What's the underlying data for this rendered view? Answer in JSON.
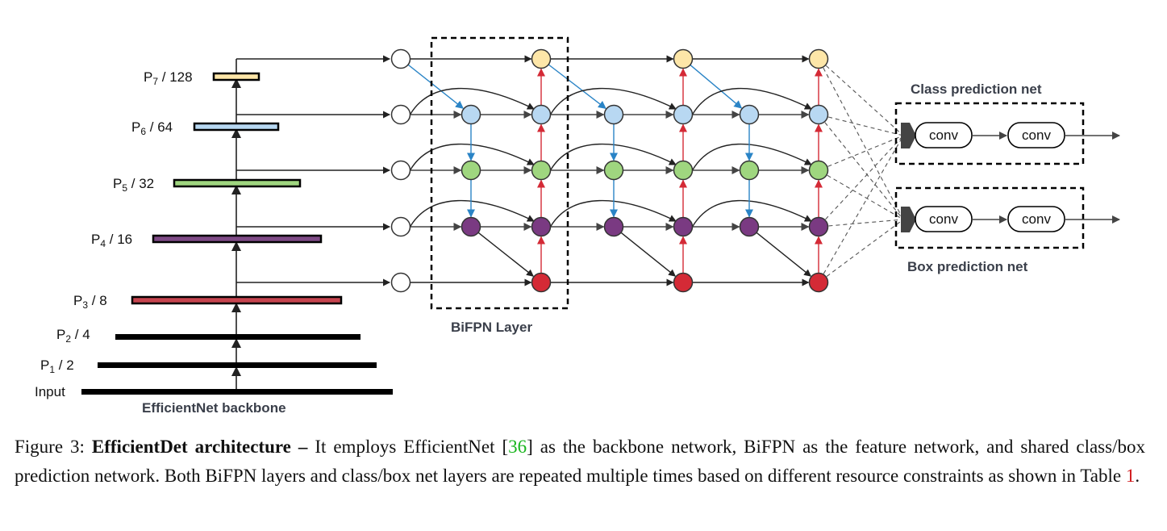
{
  "backbone": {
    "title": "EfficientNet backbone",
    "levels": [
      {
        "id": "input",
        "label": "Input",
        "sub": "",
        "suffix": ""
      },
      {
        "id": "p1",
        "label": "P",
        "sub": "1",
        "suffix": " / 2"
      },
      {
        "id": "p2",
        "label": "P",
        "sub": "2",
        "suffix": " / 4"
      },
      {
        "id": "p3",
        "label": "P",
        "sub": "3",
        "suffix": " / 8"
      },
      {
        "id": "p4",
        "label": "P",
        "sub": "4",
        "suffix": " / 16"
      },
      {
        "id": "p5",
        "label": "P",
        "sub": "5",
        "suffix": " / 32"
      },
      {
        "id": "p6",
        "label": "P",
        "sub": "6",
        "suffix": " / 64"
      },
      {
        "id": "p7",
        "label": "P",
        "sub": "7",
        "suffix": " / 128"
      }
    ]
  },
  "bifpn": {
    "label": "BiFPN Layer"
  },
  "heads": {
    "class_label": "Class prediction net",
    "box_label": "Box prediction net",
    "conv_label": "conv"
  },
  "colors": {
    "p7": "#fde6a8",
    "p6": "#b8d8f2",
    "p5": "#9fd67f",
    "p4": "#7a3a82",
    "p3": "#d42a36",
    "p3_bar": "#c6444f",
    "p4_bar": "#7e4a86",
    "p5_bar": "#9fd67f",
    "p6_bar": "#b8d8f2",
    "p7_bar": "#fde6a8",
    "top_down_arrow": "#2a84c6",
    "bottom_up_arrow": "#d42a36",
    "edge": "#222222",
    "dashed_edge": "#555555"
  },
  "caption": {
    "lead": "Figure 3: ",
    "title": "EfficientDet architecture –",
    "text1": " It employs EfficientNet [",
    "cite1": "36",
    "text2": "] as the backbone network, BiFPN as the feature network, and shared class/box prediction network. Both BiFPN layers and class/box net layers are repeated multiple times based on different resource constraints as shown in Table ",
    "cite2": "1",
    "text3": "."
  }
}
